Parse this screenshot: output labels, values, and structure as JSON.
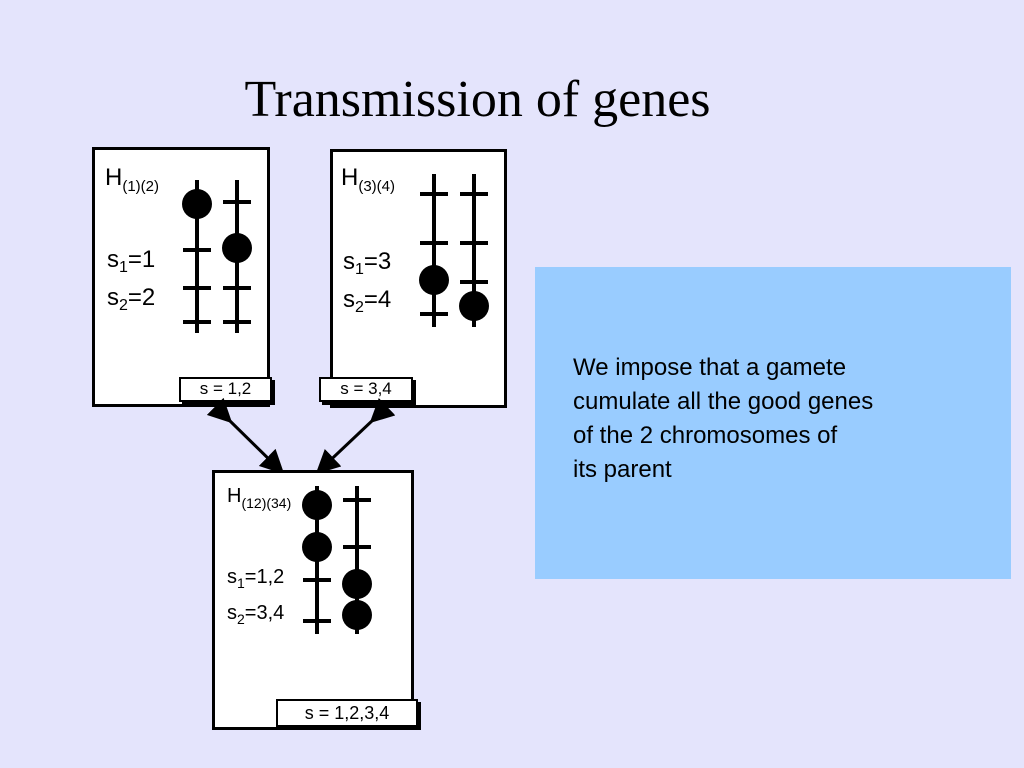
{
  "title": "Transmission of genes",
  "parent1": {
    "h": "H",
    "h_sub": "(1)(2)",
    "s1_prefix": "s",
    "s1_sub": "1",
    "s1_value": "=1",
    "s2_prefix": "s",
    "s2_sub": "2",
    "s2_value": "=2",
    "label": "s = 1,2"
  },
  "parent2": {
    "h": "H",
    "h_sub": "(3)(4)",
    "s1_prefix": "s",
    "s1_sub": "1",
    "s1_value": "=3",
    "s2_prefix": "s",
    "s2_sub": "2",
    "s2_value": "=4",
    "label": "s = 3,4"
  },
  "offspring": {
    "h": "H",
    "h_sub": "(12)(34)",
    "s1_prefix": "s",
    "s1_sub": "1",
    "s1_value": "=1,2",
    "s2_prefix": "s",
    "s2_sub": "2",
    "s2_value": "=3,4",
    "label": "s = 1,2,3,4"
  },
  "info_box": {
    "lines": [
      "We impose that a gamete",
      "cumulate all the good genes",
      "of the 2 chromosomes of",
      "its parent"
    ]
  },
  "colors": {
    "background": "#e4e4fc",
    "info_box": "#99ccff"
  }
}
